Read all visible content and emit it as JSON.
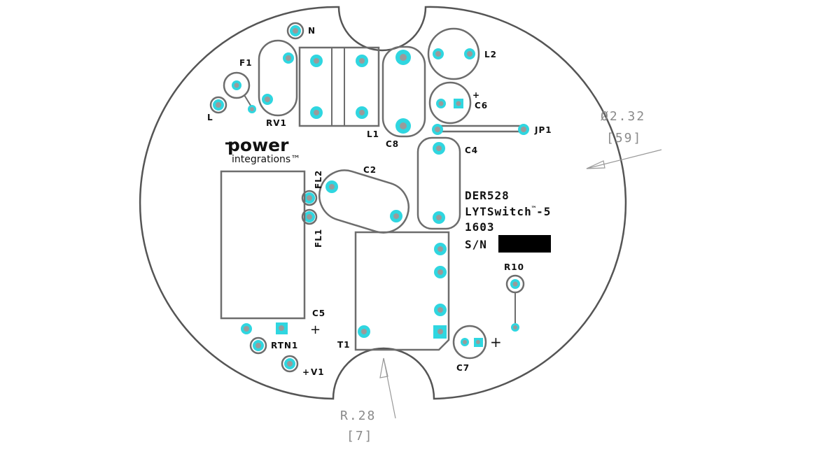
{
  "board": {
    "designator": "DER528",
    "product": "LYTSwitch",
    "product_tm": "™",
    "product_suffix": "-5",
    "date_code": "1603",
    "serial_label": "S/N"
  },
  "logo": {
    "line1": "power",
    "line2": "integrations™"
  },
  "dimensions": {
    "diameter": "Ø2.32",
    "diameter_metric": "[59]",
    "radius": "R.28",
    "radius_metric": "[7]"
  },
  "components": {
    "N": "N",
    "L": "L",
    "F1": "F1",
    "RV1": "RV1",
    "L1": "L1",
    "L2": "L2",
    "C6": "C6",
    "C8": "C8",
    "JP1": "JP1",
    "C4": "C4",
    "C2": "C2",
    "FL1": "FL1",
    "FL2": "FL2",
    "C5": "C5",
    "RTN1": "RTN1",
    "V1": "V1",
    "T1": "T1",
    "C7": "C7",
    "R10": "R10"
  },
  "polarity": {
    "plus": "+",
    "v1_marker": "+"
  },
  "colors": {
    "pad": "#2fd6e0",
    "outline": "#555555",
    "drill": "#9a9a9a"
  }
}
